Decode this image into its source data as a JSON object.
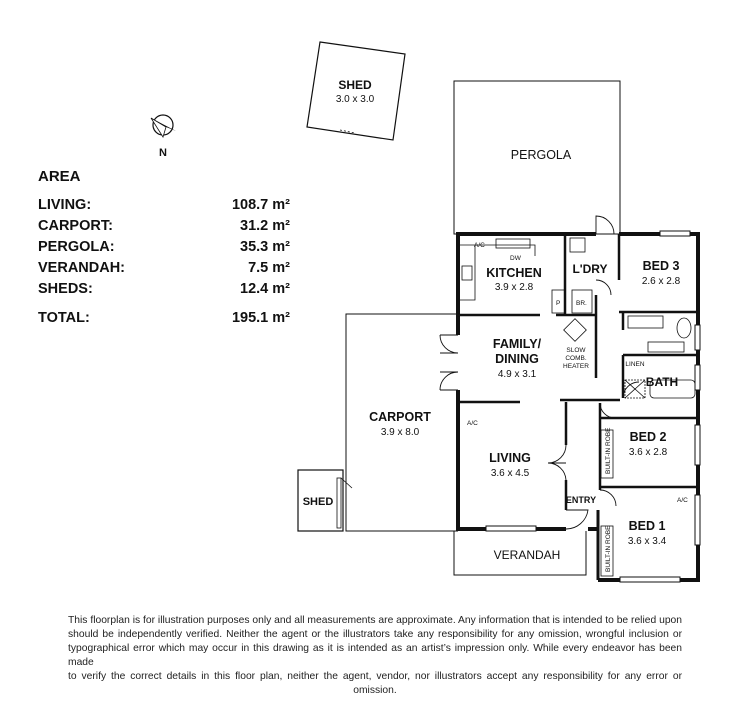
{
  "area": {
    "title": "AREA",
    "rows": [
      {
        "label": "LIVING:",
        "value": "108.7 m²"
      },
      {
        "label": "CARPORT:",
        "value": "31.2 m²"
      },
      {
        "label": "PERGOLA:",
        "value": "35.3 m²"
      },
      {
        "label": "VERANDAH:",
        "value": "7.5 m²"
      },
      {
        "label": "SHEDS:",
        "value": "12.4 m²"
      }
    ],
    "total": {
      "label": "TOTAL:",
      "value": "195.1 m²"
    }
  },
  "compass": {
    "label": "N",
    "icon": "north-arrow-icon"
  },
  "rooms": {
    "shed_top": {
      "name": "SHED",
      "dims": "3.0 x 3.0"
    },
    "pergola": {
      "name": "PERGOLA"
    },
    "kitchen": {
      "name": "KITCHEN",
      "dims": "3.9 x 2.8"
    },
    "laundry": {
      "name": "L'DRY"
    },
    "bed3": {
      "name": "BED 3",
      "dims": "2.6 x 2.8"
    },
    "family": {
      "name_line1": "FAMILY/",
      "name_line2": "DINING",
      "dims": "4.9 x 3.1"
    },
    "heater": {
      "line1": "SLOW",
      "line2": "COMB.",
      "line3": "HEATER"
    },
    "linen": {
      "name": "LINEN"
    },
    "bath": {
      "name": "BATH"
    },
    "carport": {
      "name": "CARPORT",
      "dims": "3.9 x 8.0"
    },
    "living": {
      "name": "LIVING",
      "dims": "3.6 x 4.5"
    },
    "bed2": {
      "name": "BED 2",
      "dims": "3.6 x 2.8"
    },
    "entry": {
      "name": "ENTRY"
    },
    "bed1": {
      "name": "BED 1",
      "dims": "3.6 x 3.4"
    },
    "shed_small": {
      "name": "SHED"
    },
    "verandah": {
      "name": "VERANDAH"
    }
  },
  "fixtures": {
    "ac": "A/C",
    "dw": "DW",
    "pantry": "P",
    "broom": "BR.",
    "robe": "BUILT-IN ROBE"
  },
  "disclaimer": {
    "line1": "This floorplan is for illustration purposes only and all measurements are approximate. Any information that is intended to be relied upon",
    "line2": "should be independently verified. Neither the agent or the illustrators take any responsibility for any omission, wrongful inclusion or",
    "line3": "typographical error which may occur in this drawing as it is intended as an artist’s impression only. While every endeavor has been made",
    "line4": "to verify the correct details in this floor plan, neither the agent, vendor, nor illustrators accept any responsibility for any error or omission."
  }
}
